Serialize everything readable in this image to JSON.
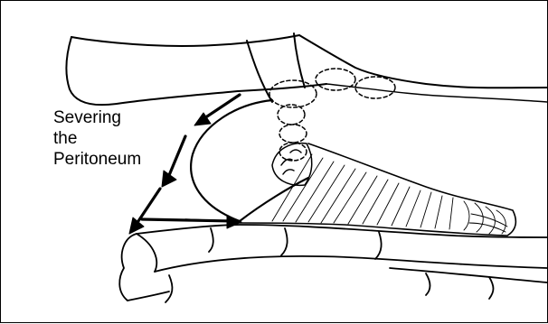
{
  "figure": {
    "caption_lines": [
      "Severing",
      "the",
      "Peritoneum"
    ],
    "ink_color": "#000000",
    "background_color": "#ffffff"
  }
}
